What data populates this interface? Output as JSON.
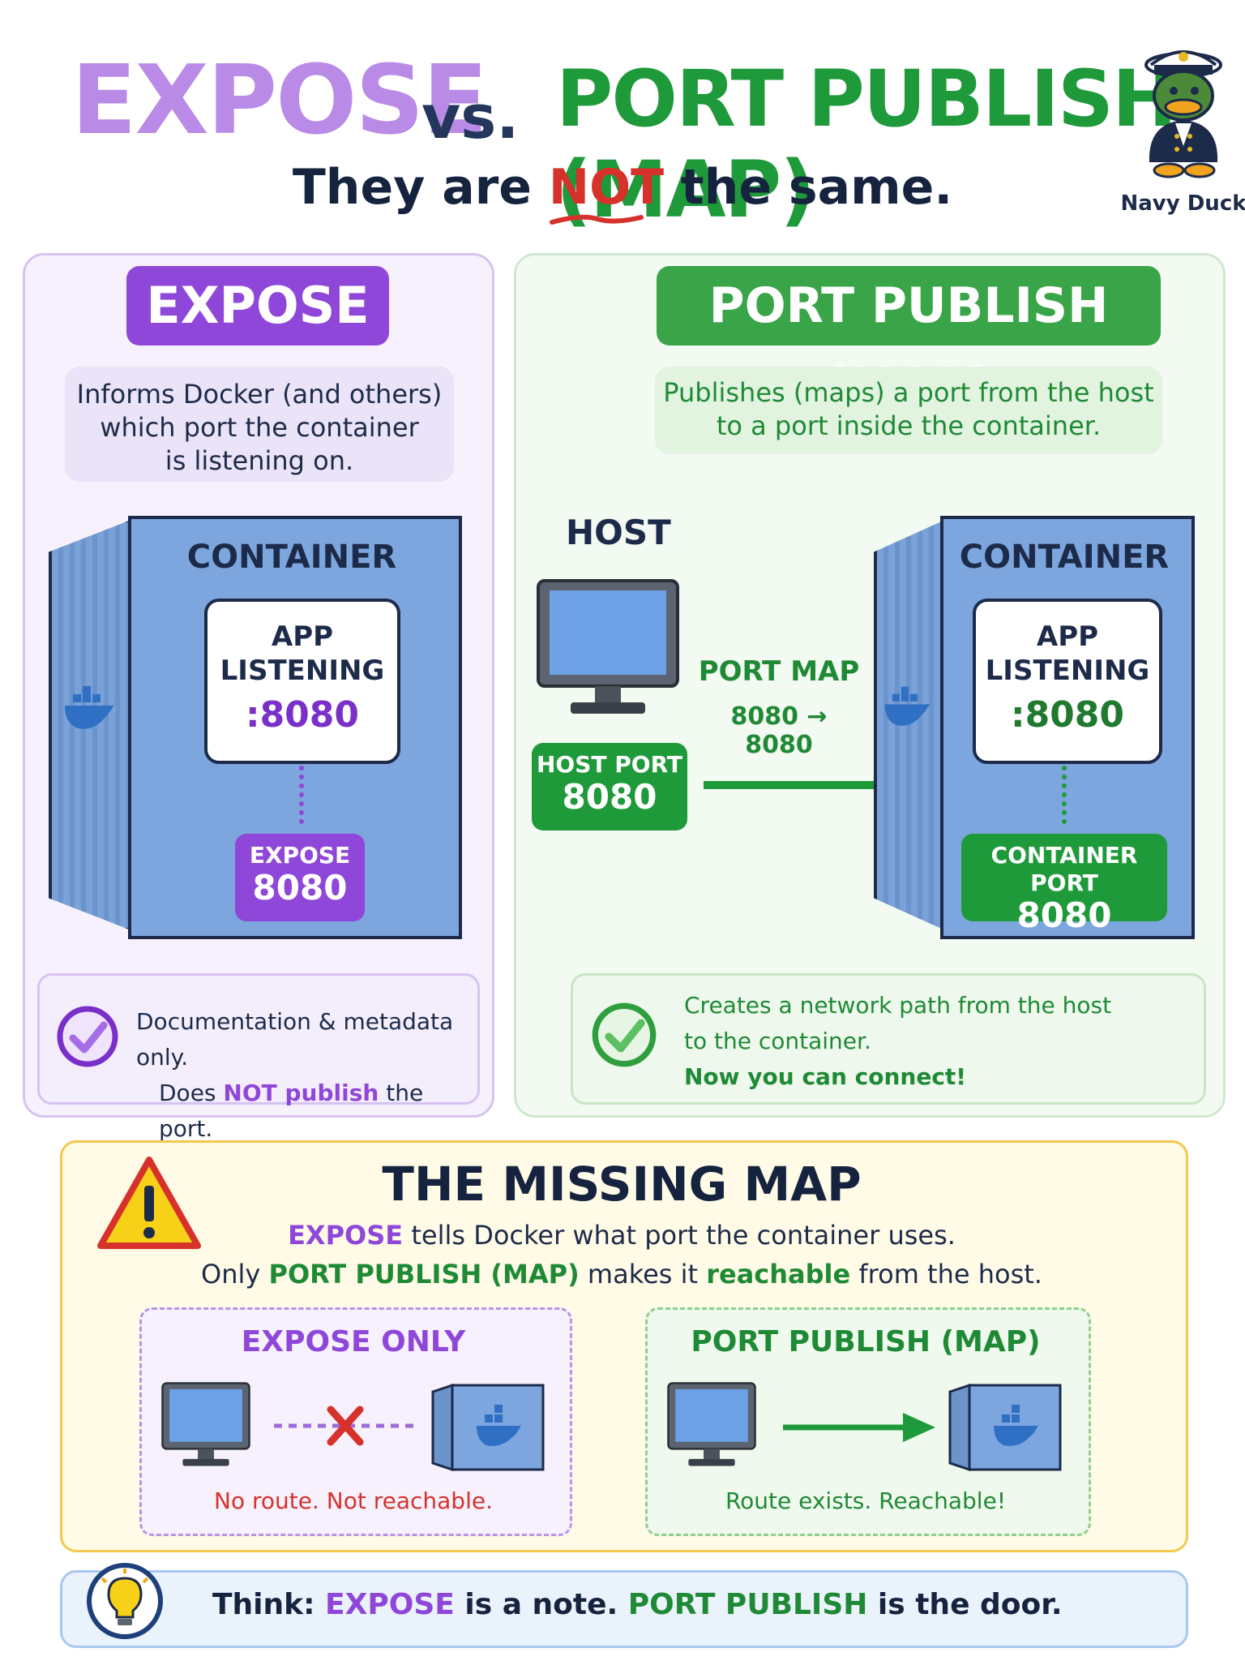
{
  "title": {
    "expose": "EXPOSE",
    "vs": "vs.",
    "publish": "PORT PUBLISH (MAP)",
    "subtitle_before": "They are ",
    "subtitle_not": "NOT",
    "subtitle_after": " the same."
  },
  "mascot": {
    "label": "Navy Duck",
    "icon": "navy-duck-icon"
  },
  "expose_panel": {
    "heading": "EXPOSE",
    "description": [
      "Informs Docker (and others)",
      "which port the container",
      "is listening on."
    ],
    "container_label": "CONTAINER",
    "app_line1": "APP",
    "app_line2": "LISTENING",
    "app_port": ":8080",
    "port_key": "EXPOSE",
    "port_value": "8080",
    "note_line1": "Documentation & metadata only.",
    "note_line2_pre": "Does ",
    "note_line2_strong": "NOT publish",
    "note_line2_post": " the port."
  },
  "publish_panel": {
    "heading": "PORT PUBLISH (MAP)",
    "description": [
      "Publishes (maps) a port from the host",
      "to a port inside the container."
    ],
    "host_label": "HOST",
    "port_map_label": "PORT MAP",
    "port_map_value": "8080 → 8080",
    "host_port_key": "HOST PORT",
    "host_port_value": "8080",
    "container_label": "CONTAINER",
    "app_line1": "APP",
    "app_line2": "LISTENING",
    "app_port": ":8080",
    "container_port_key": "CONTAINER PORT",
    "container_port_value": "8080",
    "note_line1": "Creates a network path from the host",
    "note_line2": "to the container.",
    "note_line3": "Now you can connect!"
  },
  "missing_map": {
    "title": "THE MISSING MAP",
    "line1_strong": "EXPOSE",
    "line1_rest": " tells Docker what port the container uses.",
    "line2_pre": "Only ",
    "line2_strong": "PORT PUBLISH (MAP)",
    "line2_mid": " makes it ",
    "line2_strong2": "reachable",
    "line2_post": " from the host.",
    "left_title": "EXPOSE ONLY",
    "left_caption": "No route. Not reachable.",
    "right_title": "PORT PUBLISH (MAP)",
    "right_caption": "Route exists. Reachable!"
  },
  "tip": {
    "prefix": "Think: ",
    "expose": "EXPOSE",
    "mid": " is a note. ",
    "publish": "PORT PUBLISH",
    "suffix": " is the door."
  },
  "colors": {
    "purple": "#8f47d9",
    "light_purple": "#b98be6",
    "green": "#1f9a3a",
    "red": "#d6322b",
    "navy": "#1d2b4a",
    "container_blue": "#7ca6dd"
  }
}
